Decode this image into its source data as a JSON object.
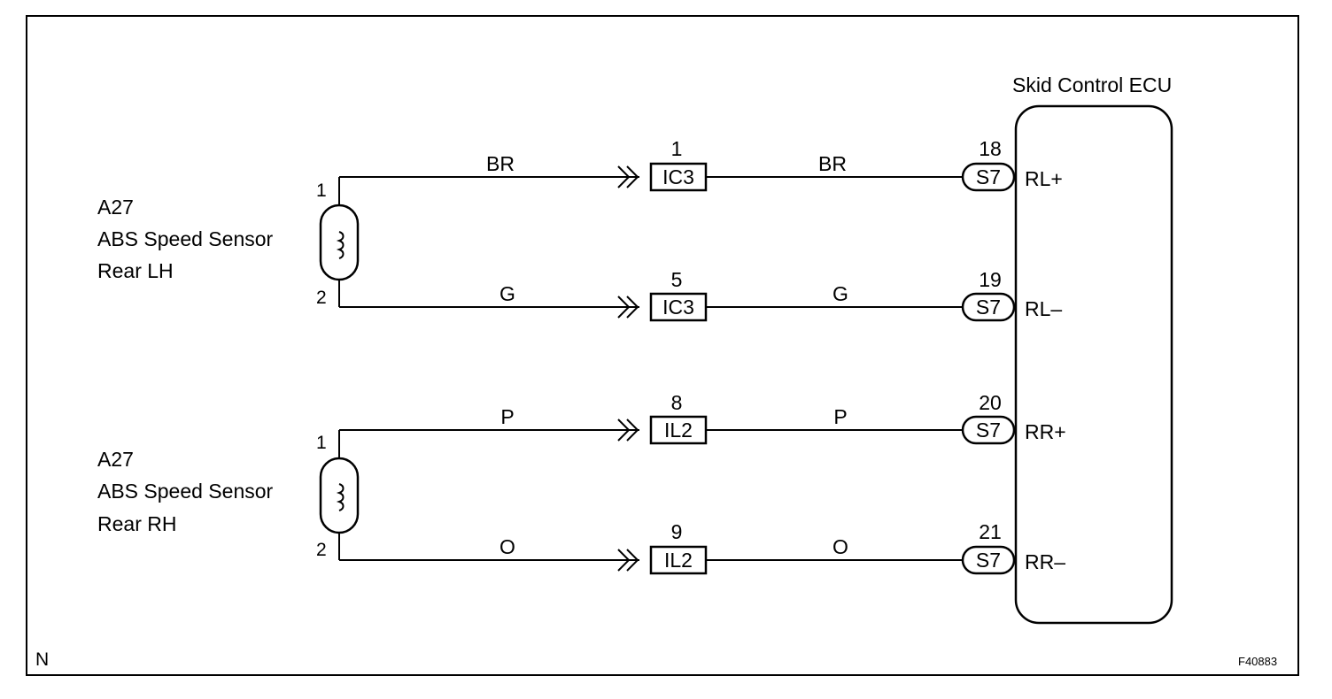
{
  "diagram": {
    "corner_label": "N",
    "figure_id": "F40883",
    "ecu": {
      "title": "Skid Control ECU",
      "connector": "S7",
      "terminals": [
        {
          "pin": "18",
          "name": "RL+"
        },
        {
          "pin": "19",
          "name": "RL–"
        },
        {
          "pin": "20",
          "name": "RR+"
        },
        {
          "pin": "21",
          "name": "RR–"
        }
      ]
    },
    "sensors": [
      {
        "code": "A27",
        "line1": "ABS Speed Sensor",
        "line2": "Rear LH",
        "pin_top": "1",
        "pin_bottom": "2"
      },
      {
        "code": "A27",
        "line1": "ABS Speed Sensor",
        "line2": "Rear RH",
        "pin_top": "1",
        "pin_bottom": "2"
      }
    ],
    "wires": [
      {
        "color_left": "BR",
        "junction": "IC3",
        "junction_pin": "1",
        "color_right": "BR"
      },
      {
        "color_left": "G",
        "junction": "IC3",
        "junction_pin": "5",
        "color_right": "G"
      },
      {
        "color_left": "P",
        "junction": "IL2",
        "junction_pin": "8",
        "color_right": "P"
      },
      {
        "color_left": "O",
        "junction": "IL2",
        "junction_pin": "9",
        "color_right": "O"
      }
    ]
  }
}
